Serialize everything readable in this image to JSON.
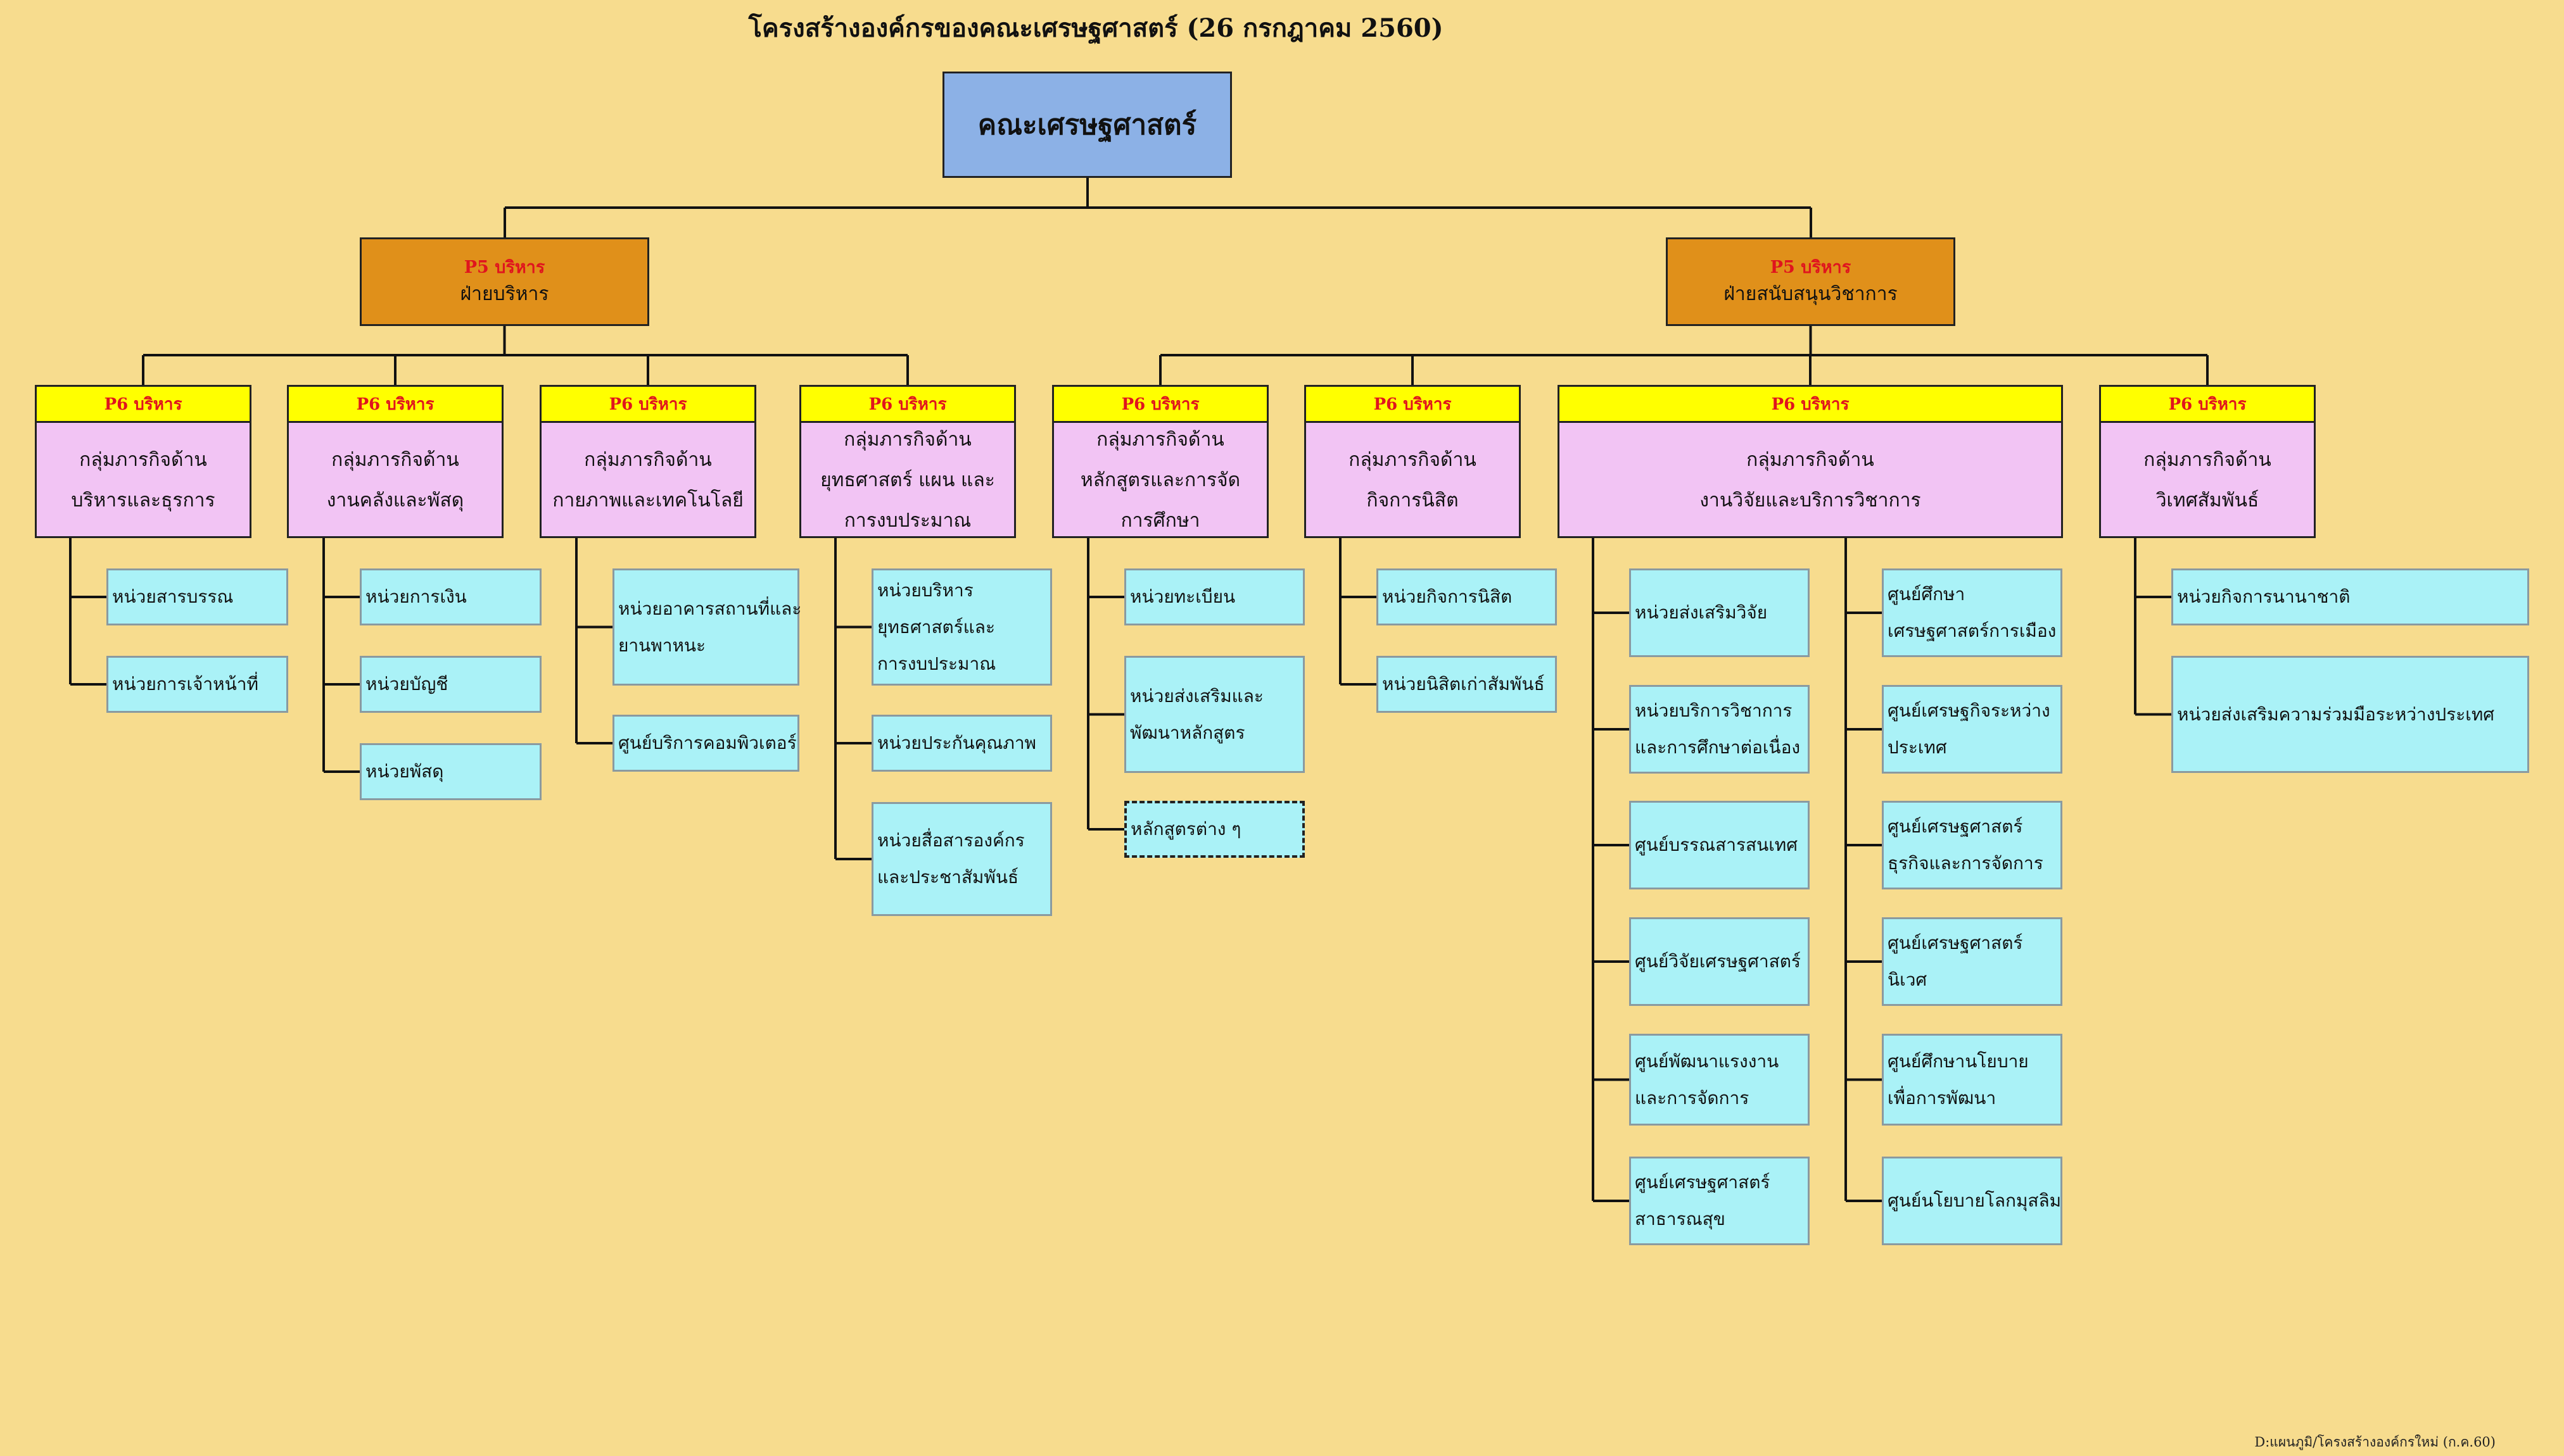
{
  "title": "โครงสร้างองค์กรของคณะเศรษฐศาสตร์  (26 กรกฎาคม 2560)",
  "root": {
    "label": "คณะเศรษฐศาสตร์"
  },
  "divisions": [
    {
      "code": "P5 บริหาร",
      "name": "ฝ่ายบริหาร"
    },
    {
      "code": "P5 บริหาร",
      "name": "ฝ่ายสนับสนุนวิชาการ"
    }
  ],
  "groups": [
    {
      "code": "P6  บริหาร",
      "lines": [
        "กลุ่มภารกิจด้าน",
        "บริหารและธุรการ"
      ],
      "units": [
        {
          "lines": [
            "หน่วยสารบรรณ"
          ]
        },
        {
          "lines": [
            "หน่วยการเจ้าหน้าที่"
          ]
        }
      ]
    },
    {
      "code": "P6  บริหาร",
      "lines": [
        "กลุ่มภารกิจด้าน",
        "งานคลังและพัสดุ"
      ],
      "units": [
        {
          "lines": [
            "หน่วยการเงิน"
          ]
        },
        {
          "lines": [
            "หน่วยบัญชี"
          ]
        },
        {
          "lines": [
            "หน่วยพัสดุ"
          ]
        }
      ]
    },
    {
      "code": "P6  บริหาร",
      "lines": [
        "กลุ่มภารกิจด้าน",
        "กายภาพและเทคโนโลยี"
      ],
      "units": [
        {
          "lines": [
            "หน่วยอาคารสถานที่และ",
            "ยานพาหนะ"
          ]
        },
        {
          "lines": [
            "ศูนย์บริการคอมพิวเตอร์"
          ]
        }
      ]
    },
    {
      "code": "P6  บริหาร",
      "lines": [
        "กลุ่มภารกิจด้าน",
        "ยุทธศาสตร์ แผน และ",
        "การงบประมาณ"
      ],
      "units": [
        {
          "lines": [
            "หน่วยบริหาร",
            "ยุทธศาสตร์และ",
            "การงบประมาณ"
          ]
        },
        {
          "lines": [
            "หน่วยประกันคุณภาพ"
          ]
        },
        {
          "lines": [
            "หน่วยสื่อสารองค์กร",
            "และประชาสัมพันธ์"
          ]
        }
      ]
    },
    {
      "code": "P6  บริหาร",
      "lines": [
        "กลุ่มภารกิจด้าน",
        "หลักสูตรและการจัด",
        "การศึกษา"
      ],
      "units": [
        {
          "lines": [
            "หน่วยทะเบียน"
          ]
        },
        {
          "lines": [
            "หน่วยส่งเสริมและ",
            "พัฒนาหลักสูตร"
          ]
        },
        {
          "lines": [
            "หลักสูตรต่าง ๆ"
          ]
        }
      ]
    },
    {
      "code": "P6  บริหาร",
      "lines": [
        "กลุ่มภารกิจด้าน",
        "กิจการนิสิต"
      ],
      "units": [
        {
          "lines": [
            "หน่วยกิจการนิสิต"
          ]
        },
        {
          "lines": [
            "หน่วยนิสิตเก่าสัมพันธ์"
          ]
        }
      ]
    },
    {
      "code": "P6  บริหาร",
      "lines": [
        "กลุ่มภารกิจด้าน",
        "งานวิจัยและบริการวิชาการ"
      ],
      "units": [
        {
          "lines": [
            "หน่วยส่งเสริมวิจัย"
          ]
        },
        {
          "lines": [
            "หน่วยบริการวิชาการ",
            "และการศึกษาต่อเนื่อง"
          ]
        },
        {
          "lines": [
            "ศูนย์บรรณสารสนเทศ"
          ]
        },
        {
          "lines": [
            "ศูนย์วิจัยเศรษฐศาสตร์"
          ]
        },
        {
          "lines": [
            "ศูนย์พัฒนาแรงงาน",
            "และการจัดการ"
          ]
        },
        {
          "lines": [
            "ศูนย์เศรษฐศาสตร์",
            "สาธารณสุข"
          ]
        },
        {
          "lines": [
            "ศูนย์ศึกษา",
            "เศรษฐศาสตร์การเมือง"
          ]
        },
        {
          "lines": [
            "ศูนย์เศรษฐกิจระหว่าง",
            "ประเทศ"
          ]
        },
        {
          "lines": [
            "ศูนย์เศรษฐศาสตร์",
            "ธุรกิจและการจัดการ"
          ]
        },
        {
          "lines": [
            "ศูนย์เศรษฐศาสตร์",
            "นิเวศ"
          ]
        },
        {
          "lines": [
            "ศูนย์ศึกษานโยบาย",
            "เพื่อการพัฒนา"
          ]
        },
        {
          "lines": [
            "ศูนย์นโยบายโลกมุสลิม"
          ]
        }
      ]
    },
    {
      "code": "P6  บริหาร",
      "lines": [
        "กลุ่มภารกิจด้าน",
        "วิเทศสัมพันธ์"
      ],
      "units": [
        {
          "lines": [
            "หน่วยกิจการนานาชาติ"
          ]
        },
        {
          "lines": [
            "หน่วยส่งเสริมความร่วมมือระหว่างประเทศ"
          ]
        }
      ]
    }
  ],
  "footer": "D:แผนภูมิ/โครงสร้างองค์กรใหม่ (ก.ค.60)"
}
